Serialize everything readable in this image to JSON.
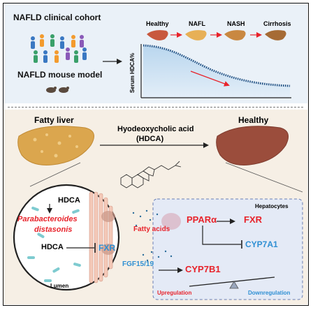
{
  "top": {
    "cohort_title": "NAFLD clinical cohort",
    "mouse_title": "NAFLD mouse model",
    "stages": [
      "Healthy",
      "NAFL",
      "NASH",
      "Cirrhosis"
    ],
    "y_axis_label": "Serum HDCA%"
  },
  "bottom": {
    "fatty_liver": "Fatty liver",
    "healthy": "Healthy",
    "compound": "Hyodeoxycholic acid",
    "compound_abbr": "(HDCA)",
    "gut": {
      "hdca_1": "HDCA",
      "bacteria_line1": "Parabacteroides",
      "bacteria_line2": "distasonis",
      "hdca_2": "HDCA",
      "fxr": "FXR",
      "lumen": "Lumen"
    },
    "fatty_acids": "Fatty acids",
    "fgf": "FGF15/19",
    "hepatocytes": "Hepatocytes",
    "ppara": "PPARα",
    "fxr_liver": "FXR",
    "cyp7a1": "CYP7A1",
    "cyp7b1": "CYP7B1",
    "upregulation": "Upregulation",
    "downregulation": "Downregulation"
  },
  "colors": {
    "red": "#e8232b",
    "blue": "#2e8fd3",
    "liver_fatty": "#d9a74f",
    "liver_healthy": "#9b4d3c"
  }
}
